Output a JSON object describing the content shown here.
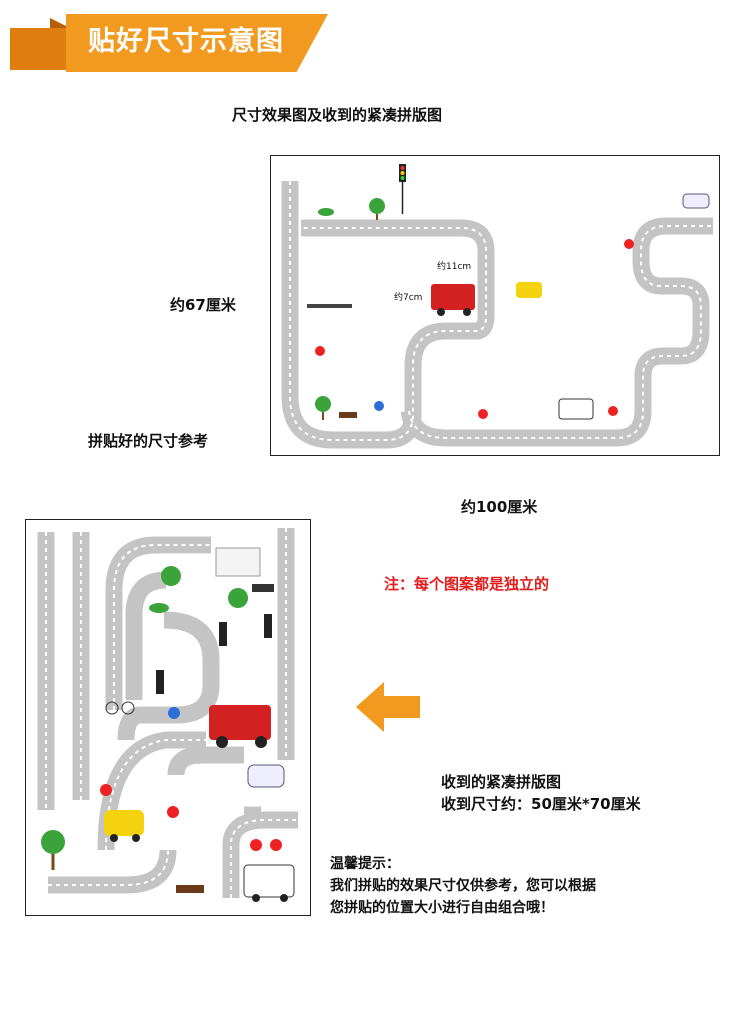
{
  "banner": {
    "title": "贴好尺寸示意图"
  },
  "section1": {
    "caption": "尺寸效果图及收到的紧凑拼版图",
    "height_label": "约67厘米",
    "width_label": "约100厘米",
    "reference_label": "拼贴好的尺寸参考",
    "car_width_label": "约11cm",
    "car_height_label": "约7cm"
  },
  "section2": {
    "note": "注：每个图案都是独立的",
    "received_title": "收到的紧凑拼版图",
    "received_size": "收到尺寸约：50厘米*70厘米",
    "tip_title": "温馨提示：",
    "tip_line1": "我们拼贴的效果尺寸仅供参考，您可以根据",
    "tip_line2": "您拼贴的位置大小进行自由组合哦！"
  },
  "colors": {
    "accent": "#f29a1f",
    "road": "#c4c4c4",
    "note_red": "#e31b1b"
  }
}
